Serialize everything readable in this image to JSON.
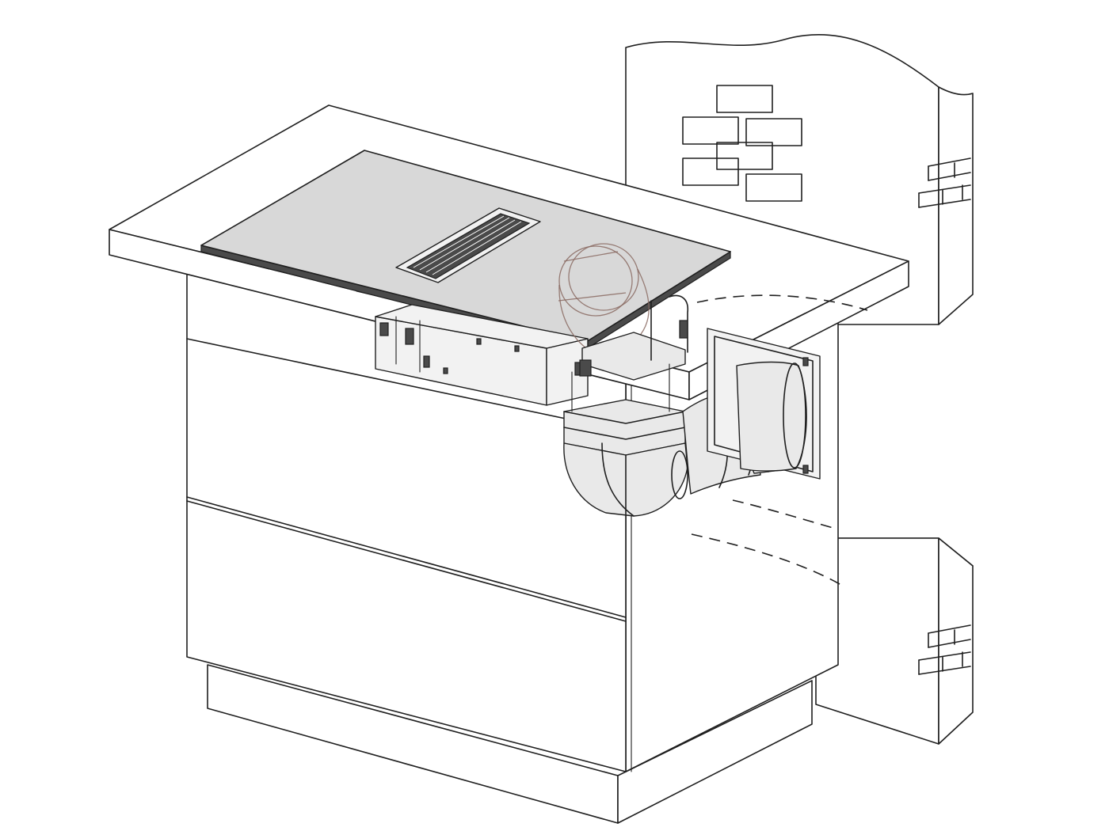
{
  "colors": {
    "background": "#ffffff",
    "line": "#1f1f1f",
    "hob_glass": "#d8d8d8",
    "component": "#f2f2f2",
    "duct": "#e9e9e9",
    "dark_detail": "#4a4a4a",
    "ghost_outline": "#8a6a62"
  },
  "components": [
    "brick-wall-upper",
    "brick-wall-lower",
    "kitchen-island",
    "worktop",
    "hob",
    "downdraft-vent",
    "fan-motor-unit",
    "flat-duct-bend",
    "round-duct-bend",
    "wall-sleeve",
    "wall-plate"
  ]
}
